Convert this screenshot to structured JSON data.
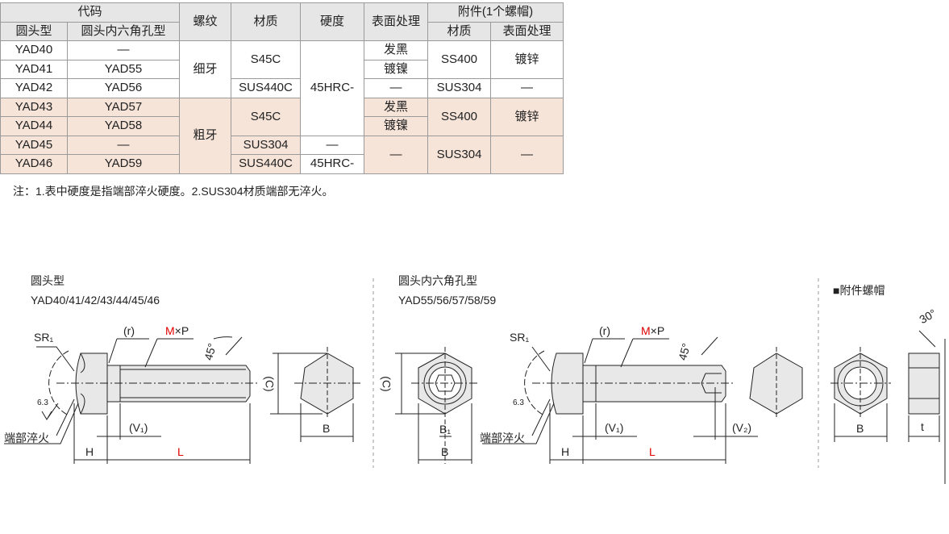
{
  "table": {
    "head": {
      "code": "代码",
      "round": "圆头型",
      "hex": "圆头内六角孔型",
      "thread": "螺纹",
      "material": "材质",
      "hardness": "硬度",
      "surface": "表面处理",
      "accessory": "附件(1个螺帽)",
      "acc_material": "材质",
      "acc_surface": "表面处理"
    },
    "rows": [
      {
        "round": "YAD40",
        "hex": "—",
        "thread": "细牙",
        "material": "S45C",
        "hardness": "45HRC-",
        "surface": "发黑",
        "acc_material": "SS400",
        "acc_surface": "镀锌"
      },
      {
        "round": "YAD41",
        "hex": "YAD55",
        "surface": "镀镍"
      },
      {
        "round": "YAD42",
        "hex": "YAD56",
        "material": "SUS440C",
        "surface": "—",
        "acc_material": "SUS304",
        "acc_surface": "—"
      },
      {
        "round": "YAD43",
        "hex": "YAD57",
        "thread": "粗牙",
        "material": "S45C",
        "surface": "发黑",
        "acc_material": "SS400",
        "acc_surface": "镀锌"
      },
      {
        "round": "YAD44",
        "hex": "YAD58",
        "surface": "镀镍"
      },
      {
        "round": "YAD45",
        "hex": "—",
        "material": "SUS304",
        "hardness": "—",
        "surface": "—",
        "acc_material": "SUS304",
        "acc_surface": "—"
      },
      {
        "round": "YAD46",
        "hex": "YAD59",
        "material": "SUS440C",
        "hardness": "45HRC-"
      }
    ]
  },
  "note": "注：1.表中硬度是指端部淬火硬度。2.SUS304材质端部无淬火。",
  "drawings": {
    "left": {
      "title": "圆头型",
      "codes": "YAD40/41/42/43/44/45/46",
      "sr": "SR₁",
      "r": "(r)",
      "m": "M",
      "xp": "×P",
      "angle": "45°",
      "roughness": "6.3",
      "quench": "端部淬火",
      "v1": "(V₁)",
      "h": "H",
      "l": "L",
      "c": "(C)",
      "b": "B"
    },
    "middle": {
      "title": "圆头内六角孔型",
      "codes": "YAD55/56/57/58/59",
      "sr": "SR₁",
      "r": "(r)",
      "m": "M",
      "xp": "×P",
      "angle": "45°",
      "roughness": "6.3",
      "quench": "端部淬火",
      "v1": "(V₁)",
      "v2": "(V₂)",
      "h": "H",
      "l": "L",
      "c": "(C)",
      "b": "B",
      "b1": "B₁"
    },
    "nut": {
      "title": "■附件螺帽",
      "angle": "30°",
      "b": "B",
      "t": "t"
    }
  }
}
